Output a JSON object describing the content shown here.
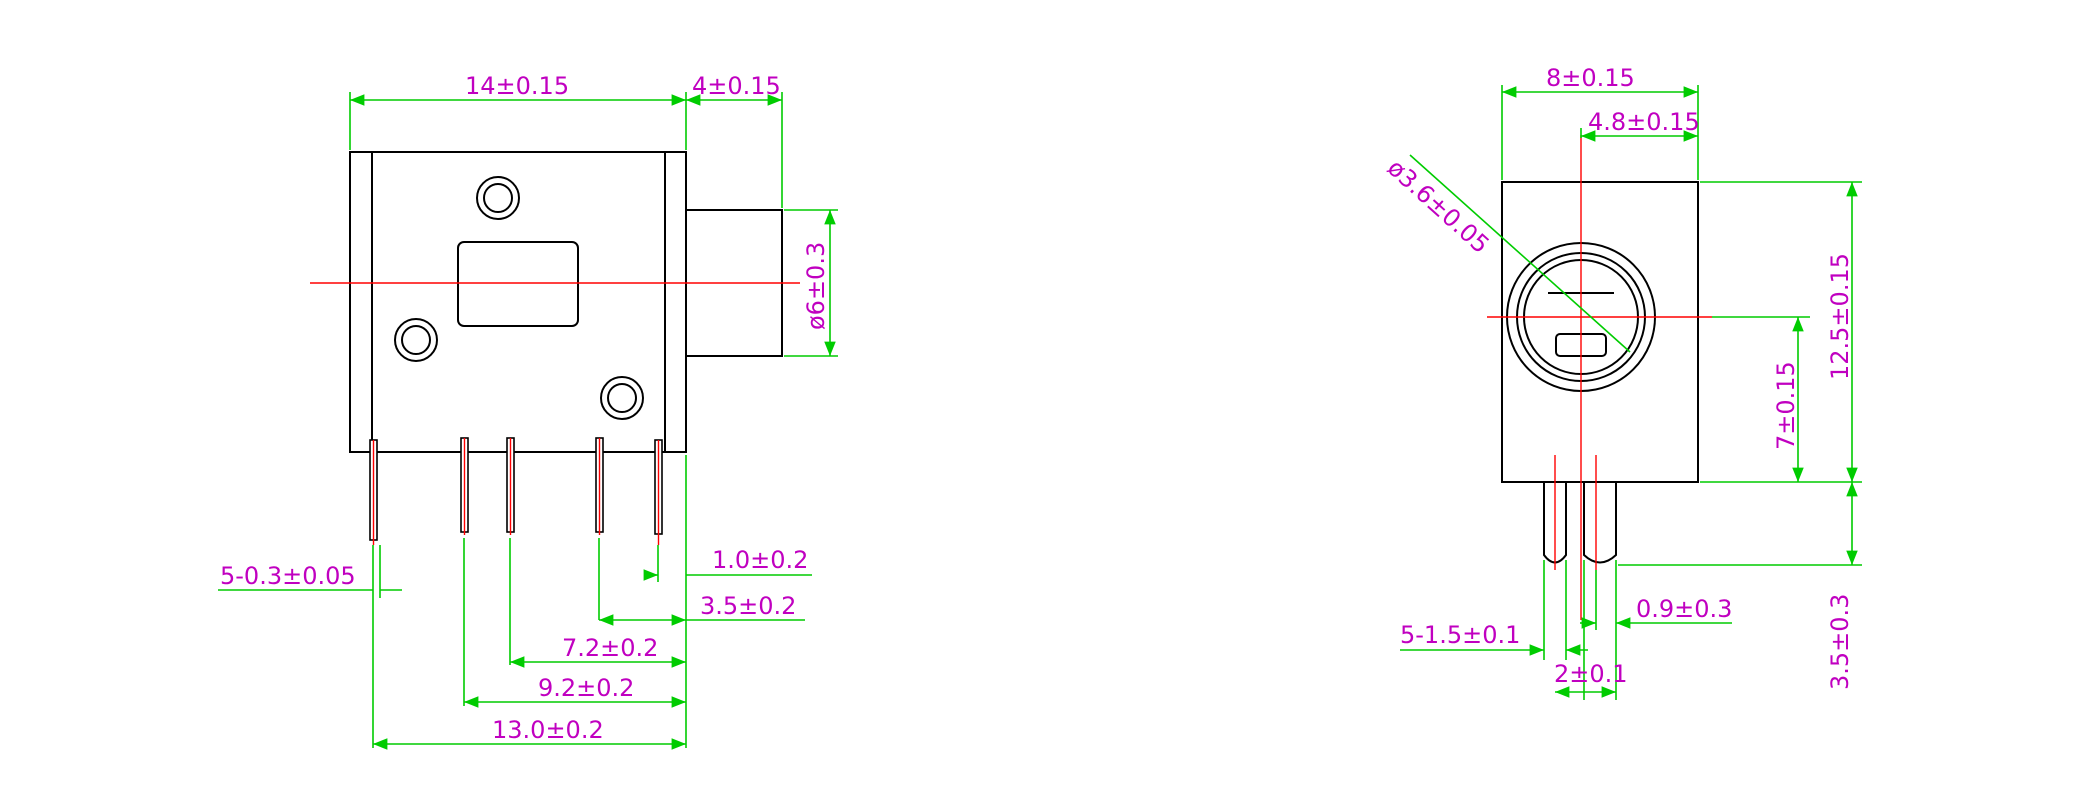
{
  "drawing": {
    "colors": {
      "outline": "#000000",
      "dimension": "#00cc00",
      "centerline": "#ff0000",
      "text": "#c000c0",
      "pin_center": "#ff0000"
    },
    "left_view": {
      "dimensions": {
        "width_body": "14±0.15",
        "width_nose": "4±0.15",
        "nose_dia": "ø6±0.3",
        "pin_width": "5-0.3±0.05",
        "pin_spacing_1": "1.0±0.2",
        "pin_spacing_2": "3.5±0.2",
        "pin_spacing_3": "7.2±0.2",
        "pin_spacing_4": "9.2±0.2",
        "pin_spacing_5": "13.0±0.2"
      }
    },
    "right_view": {
      "dimensions": {
        "width_body": "8±0.15",
        "center_offset": "4.8±0.15",
        "hole_dia": "ø3.6±0.05",
        "height_body": "12.5±0.15",
        "height_center": "7±0.15",
        "pin_length": "3.5±0.3",
        "pin_width": "5-1.5±0.1",
        "pin_offset": "0.9±0.3",
        "pin_pitch": "2±0.1"
      }
    }
  }
}
